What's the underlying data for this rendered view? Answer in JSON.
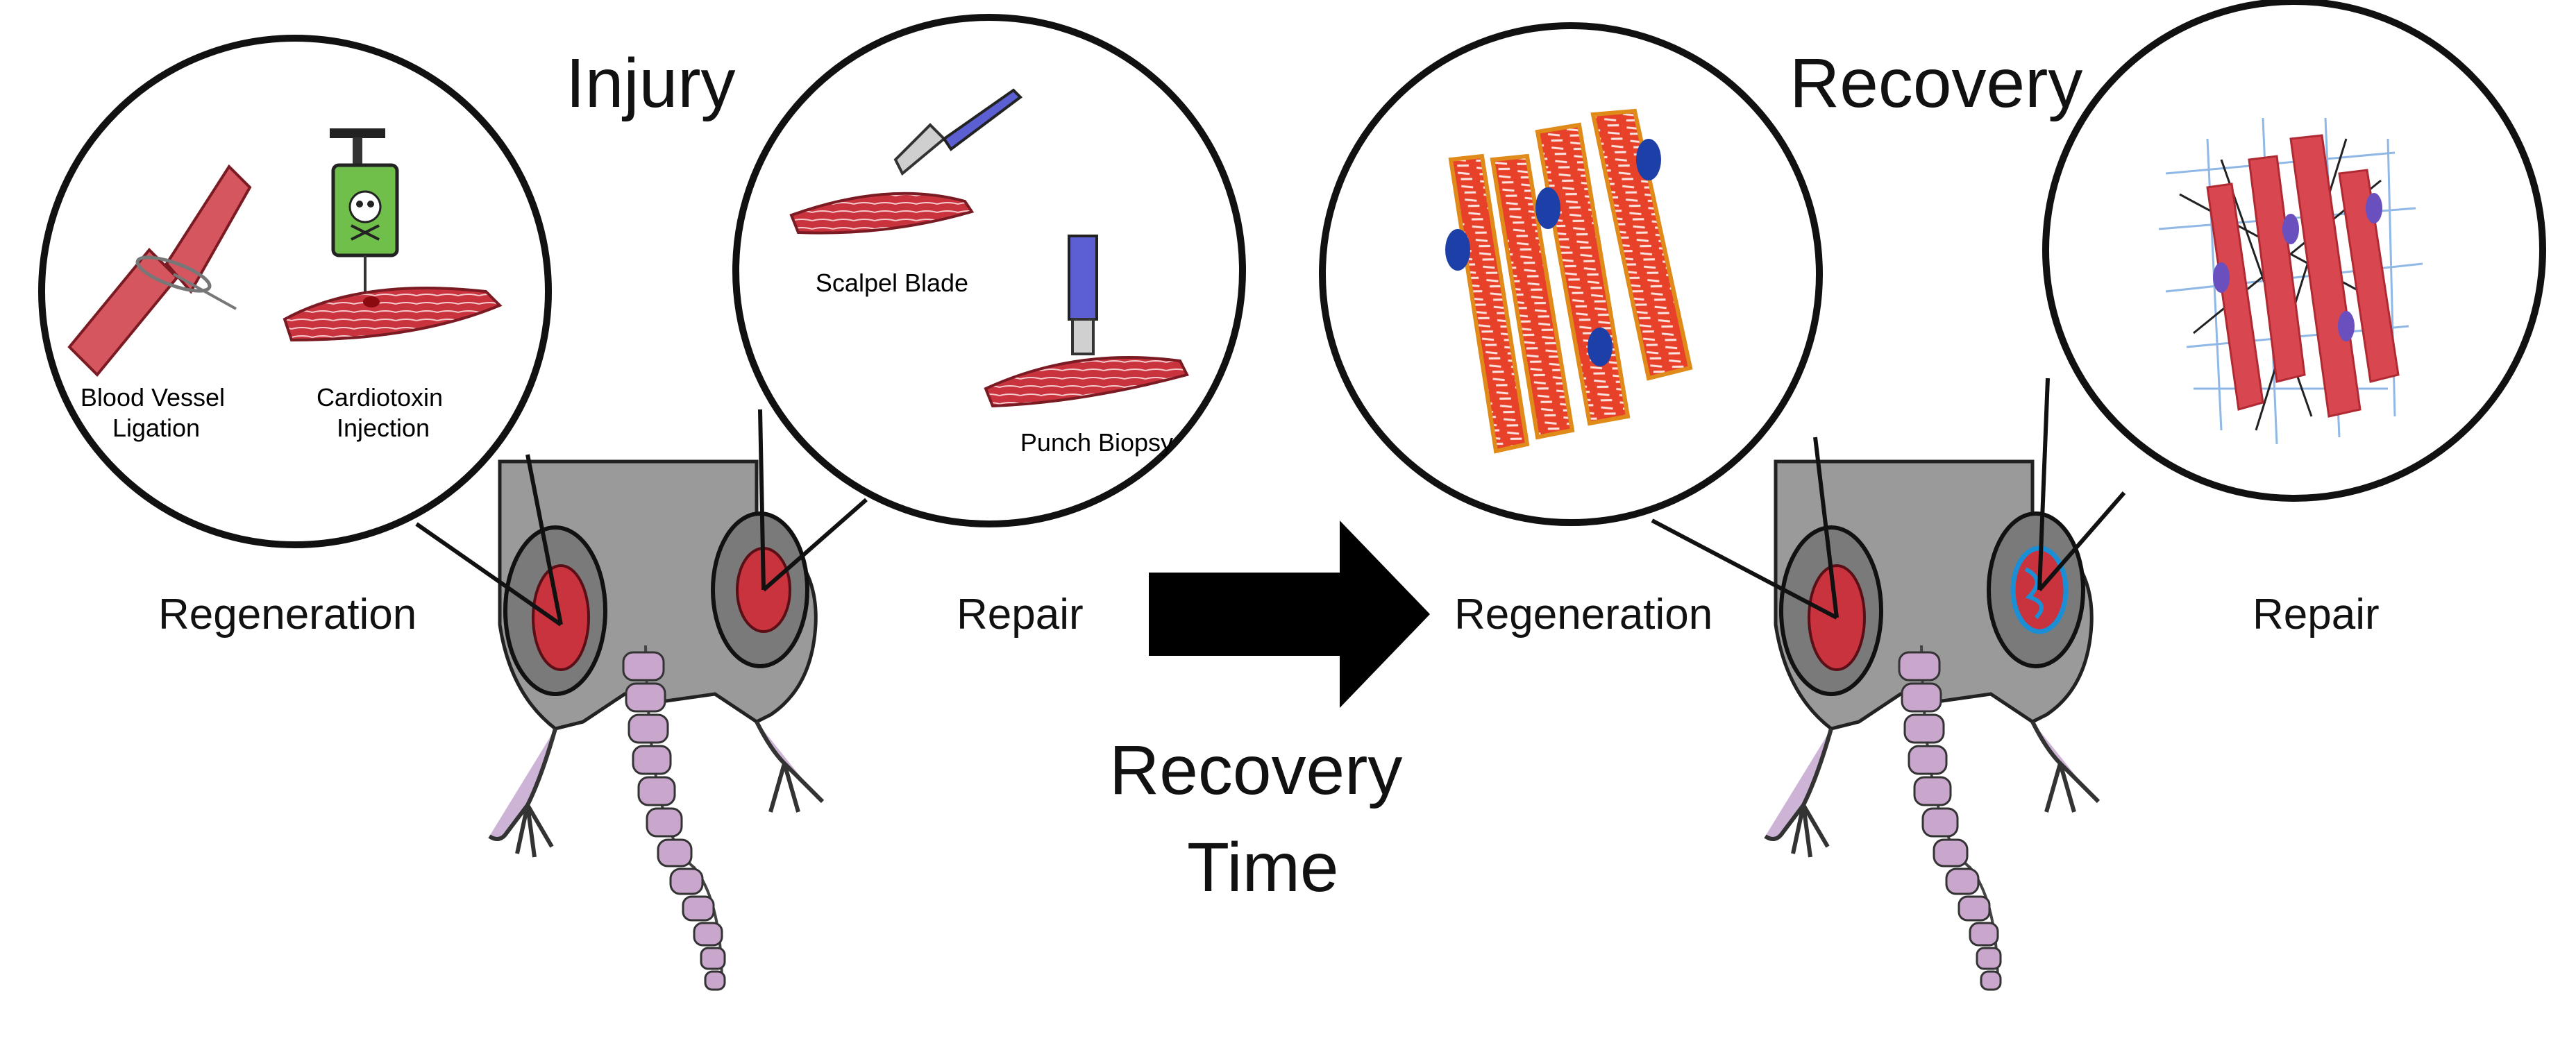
{
  "injury_panel": {
    "title": "Injury",
    "left_label": "Regeneration",
    "right_label": "Repair",
    "methods": {
      "ligation": "Blood Vessel\nLigation",
      "cardiotoxin": "Cardiotoxin\nInjection",
      "scalpel": "Scalpel Blade",
      "punch": "Punch Biopsy"
    }
  },
  "arrow": {
    "label_line1": "Recovery",
    "label_line2": "Time"
  },
  "recovery_panel": {
    "title": "Recovery",
    "left_label": "Regeneration",
    "right_label": "Repair"
  },
  "colors": {
    "muscle": "#c8333e",
    "muscle_bright": "#e8412a",
    "nucleus": "#1d3fa8",
    "scar_fiber": "#8fb8e6",
    "mouse_body": "#8a8a8a",
    "tail": "#c9a6cc",
    "outline": "#111111"
  },
  "icons": {
    "syringe": "skull-syringe-icon",
    "scalpel": "scalpel-icon",
    "punch": "punch-biopsy-icon"
  }
}
